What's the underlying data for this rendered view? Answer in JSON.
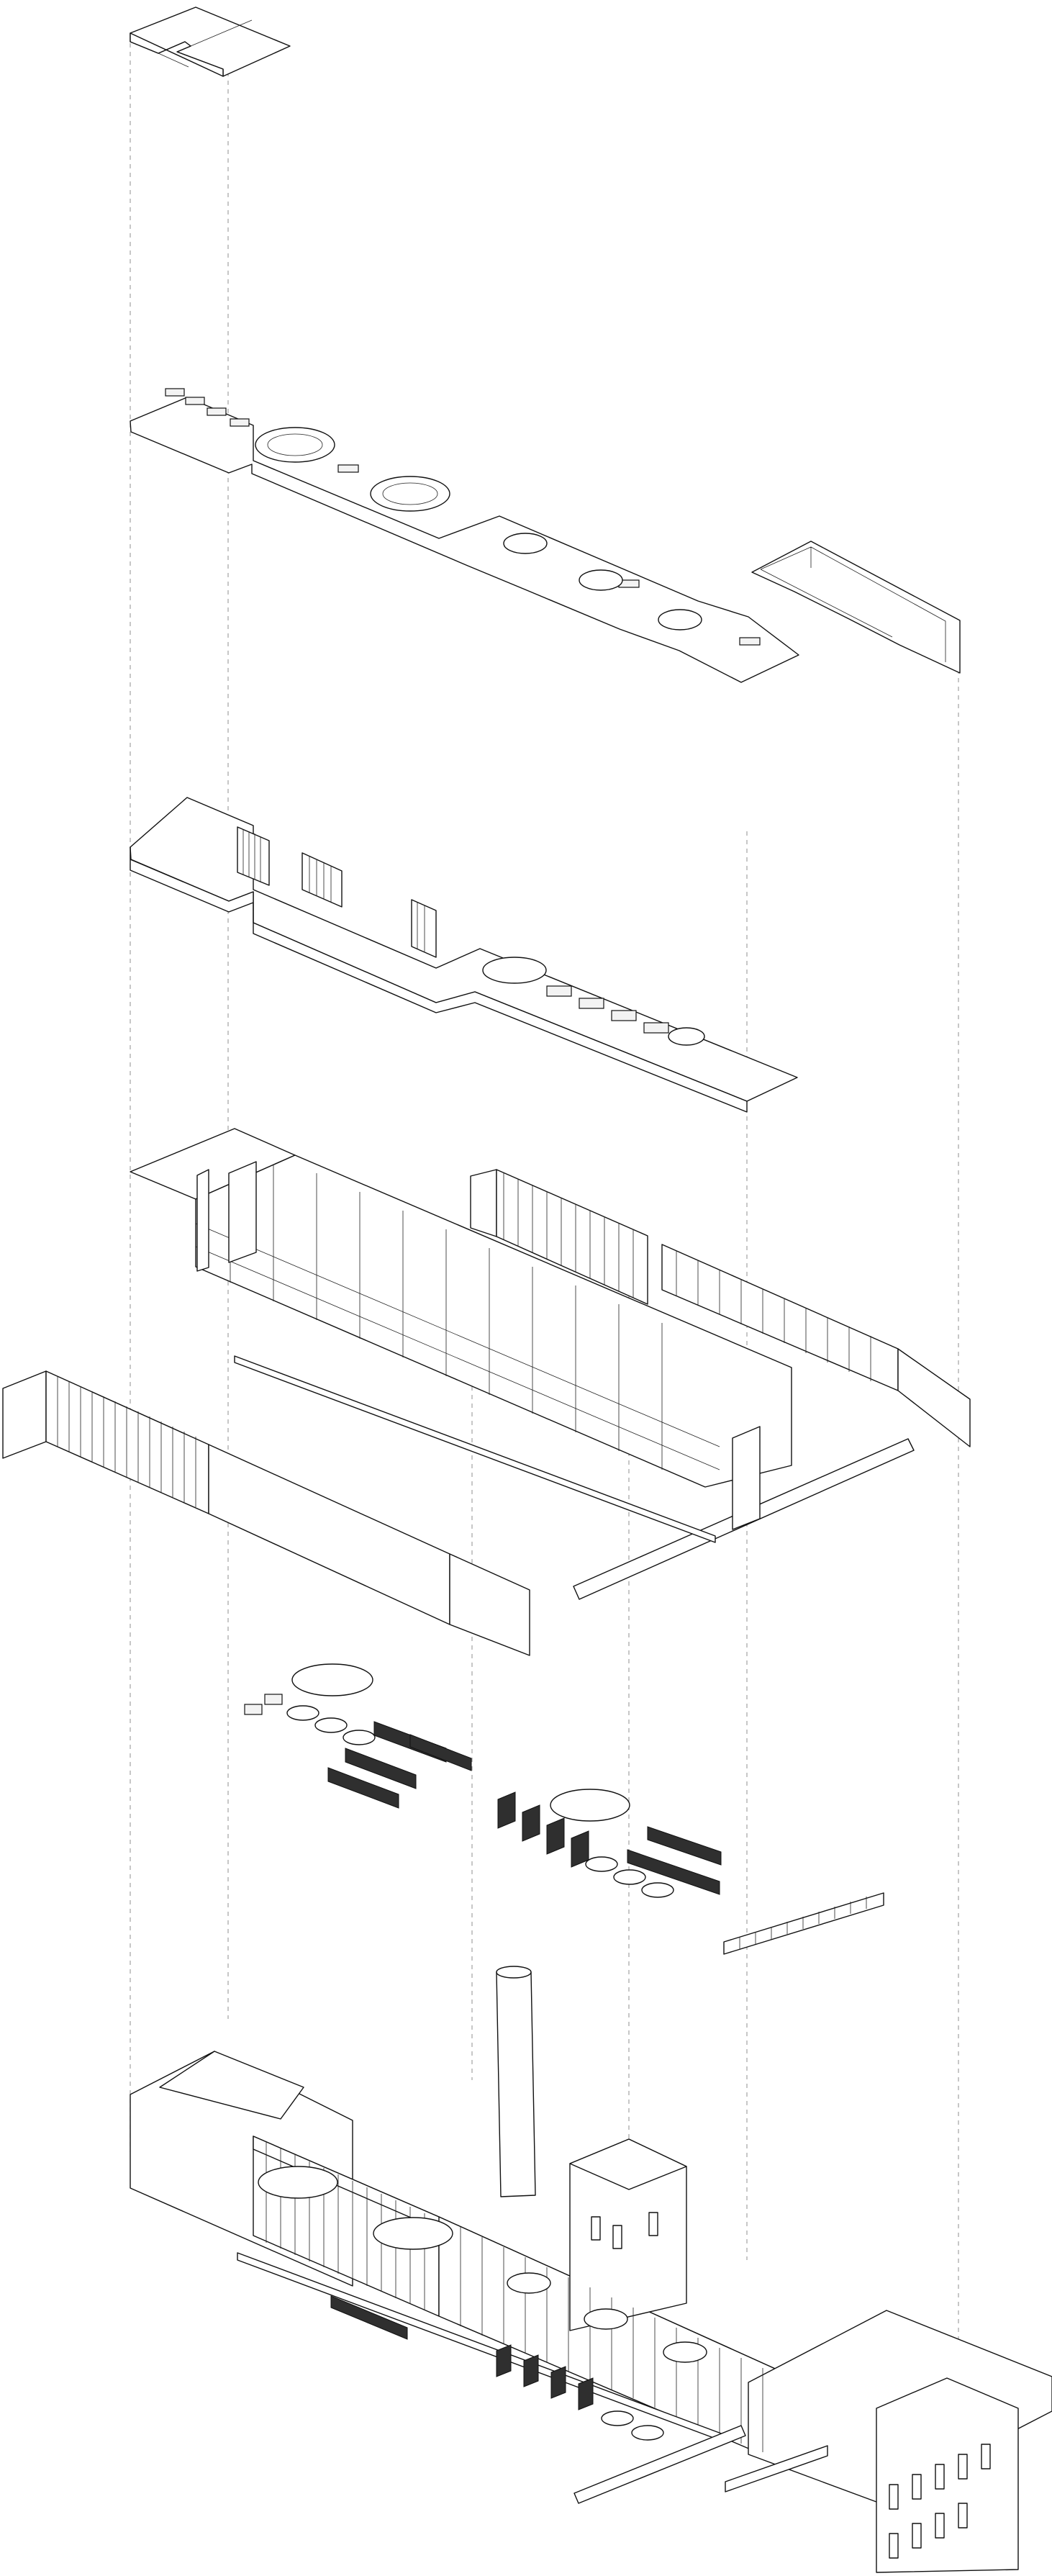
{
  "diagram": {
    "type": "exploded axonometric architectural drawing",
    "palette": {
      "background": "#ffffff",
      "linework": "#111111",
      "dashed_guides": "#999999",
      "solid_accent": "#2f2f2f"
    },
    "layers": [
      {
        "name": "roof-slab-layer"
      },
      {
        "name": "upper-floor-plan-layer"
      },
      {
        "name": "mezzanine-floor-layer"
      },
      {
        "name": "structure-and-walls-layer"
      },
      {
        "name": "equipment-modules-layer"
      },
      {
        "name": "assembled-building-layer"
      }
    ]
  }
}
